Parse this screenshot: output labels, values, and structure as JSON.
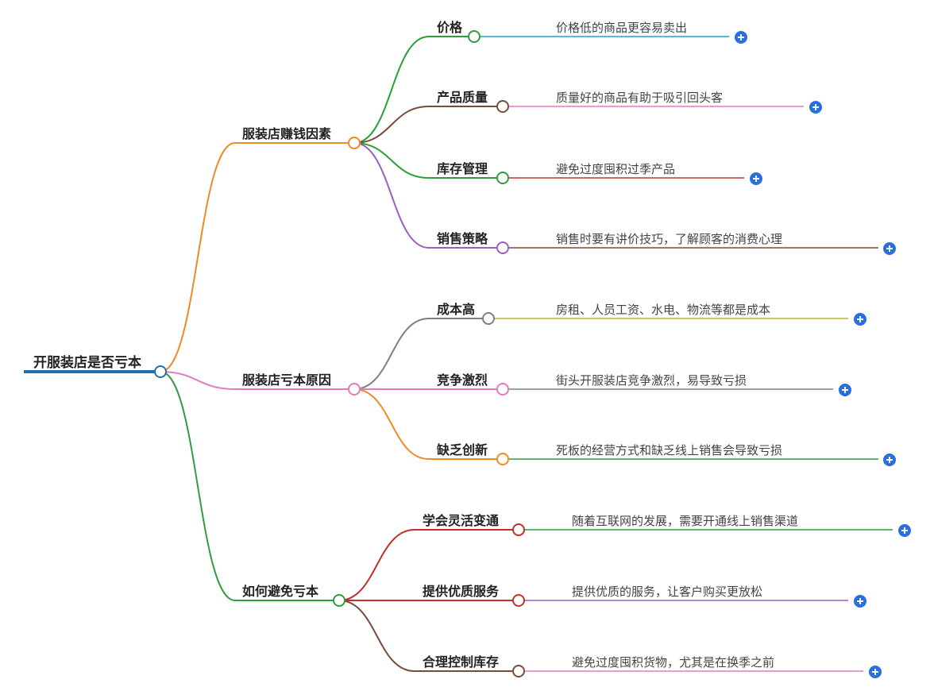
{
  "root": {
    "label": "开服装店是否亏本",
    "color": "#1f6fb2"
  },
  "branches": [
    {
      "label": "服装店赚钱因素",
      "color": "#f08a24",
      "children": [
        {
          "label": "价格",
          "color": "#2e9e3a",
          "detail": "价格低的商品更容易卖出",
          "detailColor": "#1aa6c2"
        },
        {
          "label": "产品质量",
          "color": "#7a4a3a",
          "detail": "质量好的商品有助于吸引回头客",
          "detailColor": "#e07bc0"
        },
        {
          "label": "库存管理",
          "color": "#2e9e3a",
          "detail": "避免过度囤积过季产品",
          "detailColor": "#c0302a"
        },
        {
          "label": "销售策略",
          "color": "#9a5fc0",
          "detail": "销售时要有讲价技巧，了解顾客的消费心理",
          "detailColor": "#7a4a3a"
        }
      ]
    },
    {
      "label": "服装店亏本原因",
      "color": "#e07bc0",
      "children": [
        {
          "label": "成本高",
          "color": "#808080",
          "detail": "房租、人员工资、水电、物流等都是成本",
          "detailColor": "#b7b82a"
        },
        {
          "label": "竞争激烈",
          "color": "#e07bc0",
          "detail": "街头开服装店竞争激烈，易导致亏损",
          "detailColor": "#808080"
        },
        {
          "label": "缺乏创新",
          "color": "#f08a24",
          "detail": "死板的经营方式和缺乏线上销售会导致亏损",
          "detailColor": "#2e9e3a"
        }
      ]
    },
    {
      "label": "如何避免亏本",
      "color": "#2e9e3a",
      "children": [
        {
          "label": "学会灵活变通",
          "color": "#c0302a",
          "detail": "随着互联网的发展，需要开通线上销售渠道",
          "detailColor": "#2e9e3a"
        },
        {
          "label": "提供优质服务",
          "color": "#c0302a",
          "detail": "提供优质的服务，让客户购买更放松",
          "detailColor": "#9a5fc0"
        },
        {
          "label": "合理控制库存",
          "color": "#7a4a3a",
          "detail": "避免过度囤积货物，尤其是在换季之前",
          "detailColor": "#e07bc0"
        }
      ]
    }
  ],
  "expandColor": "#2a6fe0"
}
